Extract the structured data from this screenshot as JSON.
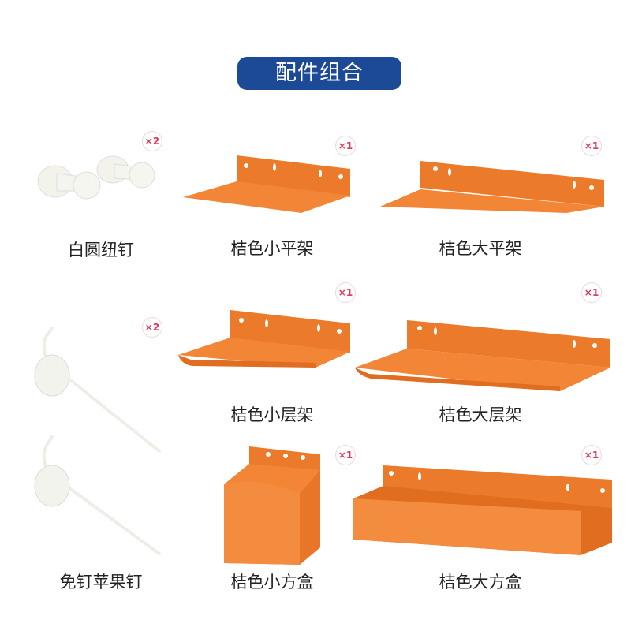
{
  "header": {
    "title": "配件组合"
  },
  "items": [
    {
      "label": "白圆纽钉",
      "qty": "×2"
    },
    {
      "label": "桔色小平架",
      "qty": "×1"
    },
    {
      "label": "桔色大平架",
      "qty": "×1"
    },
    {
      "label": "桔色小层架",
      "qty": "×1"
    },
    {
      "label": "桔色大层架",
      "qty": "×1"
    },
    {
      "label": "免钉苹果钉",
      "qty": "×2"
    },
    {
      "label": "桔色小方盒",
      "qty": "×1"
    },
    {
      "label": "桔色大方盒",
      "qty": "×1"
    }
  ],
  "colors": {
    "title_bg": "#1d4a97",
    "orange": "#f07f2c",
    "badge": "#e23a5a",
    "white_part": "#f4f4ee"
  }
}
